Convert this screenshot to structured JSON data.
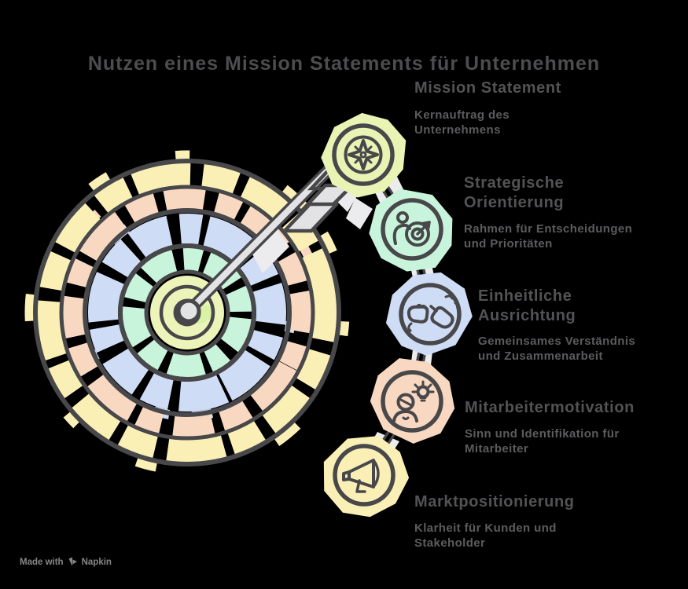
{
  "title": "Nutzen eines Mission Statements für Unternehmen",
  "items": [
    {
      "title": "Mission Statement",
      "description": "Kernauftrag des\nUnternehmens",
      "icon": "compass-icon",
      "color": "#e9f3b4"
    },
    {
      "title": "Strategische\nOrientierung",
      "description": "Rahmen für Entscheidungen\nund Prioritäten",
      "icon": "goal-target-icon",
      "color": "#c9f4dc"
    },
    {
      "title": "Einheitliche\nAusrichtung",
      "description": "Gemeinsames Verständnis\nund Zusammenarbeit",
      "icon": "fist-bump-icon",
      "color": "#cfdcf6"
    },
    {
      "title": "Mitarbeitermotivation",
      "description": "Sinn und Identifikation für\nMitarbeiter",
      "icon": "person-idea-icon",
      "color": "#f8d8c1"
    },
    {
      "title": "Marktpositionierung",
      "description": "Klarheit für Kunden und\nStakeholder",
      "icon": "megaphone-icon",
      "color": "#faf0b6"
    }
  ],
  "footer": {
    "made_with": "Made with",
    "brand": "Napkin"
  },
  "colors": {
    "background": "#000000",
    "outline": "#48484b",
    "title_text": "#4d4d50",
    "heading_text": "#535356",
    "body_text": "#5c5c5f",
    "footer_text": "#87878a",
    "arrow_fill": "#e3e3e6",
    "shadow_shard": "#ececef",
    "ring_yellow": "#faf0b6",
    "ring_peach": "#f8d8c1",
    "ring_blue": "#cfdcf6",
    "ring_mint": "#c9f4dc",
    "ring_core": "#edf4ba",
    "core_green_patch": "#d9f2a6"
  }
}
